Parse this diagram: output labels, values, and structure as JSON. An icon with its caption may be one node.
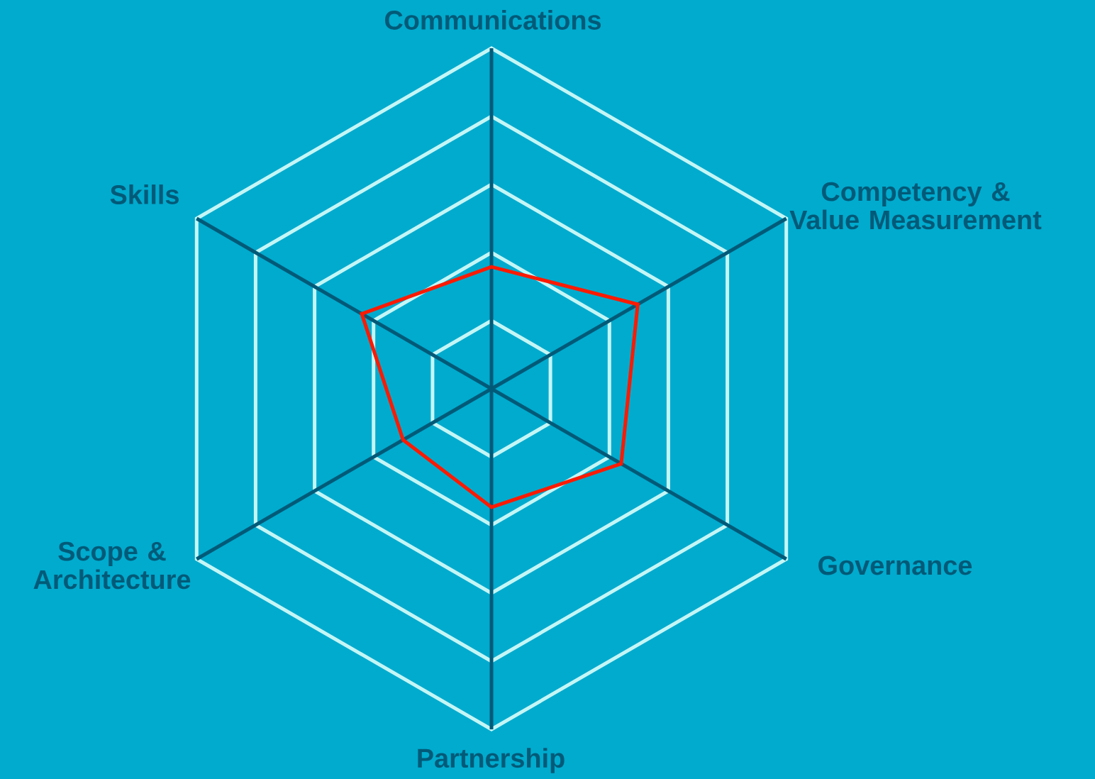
{
  "diagram": {
    "labels": [
      "Communications",
      "Skills",
      "Competency & Value Measurement",
      "Scope & Architecture",
      "Governance",
      "Partnership"
    ]
  }
}
